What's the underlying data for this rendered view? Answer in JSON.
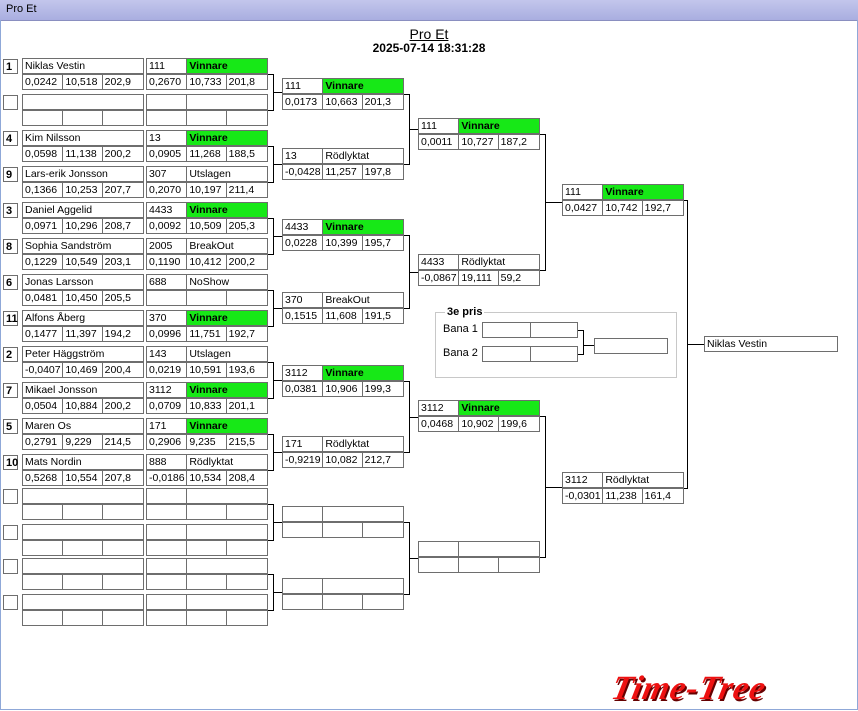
{
  "window": {
    "title": "Pro Et"
  },
  "header": {
    "title": "Pro Et",
    "datetime": "2025-07-14 18:31:28"
  },
  "round1": [
    {
      "seed": "1",
      "name": "Niklas  Vestin",
      "r": "0,0242",
      "et": "10,518",
      "mph": "202,9",
      "id": "111",
      "status": "Vinnare",
      "r2": "0,2670",
      "et2": "10,733",
      "mph2": "201,8"
    },
    {
      "seed": "",
      "name": "",
      "r": "",
      "et": "",
      "mph": "",
      "id": "",
      "status": "",
      "r2": "",
      "et2": "",
      "mph2": ""
    },
    {
      "seed": "4",
      "name": "Kim Nilsson",
      "r": "0,0598",
      "et": "11,138",
      "mph": "200,2",
      "id": "13",
      "status": "Vinnare",
      "r2": "0,0905",
      "et2": "11,268",
      "mph2": "188,5"
    },
    {
      "seed": "9",
      "name": "Lars-erik Jonsson",
      "r": "0,1366",
      "et": "10,253",
      "mph": "207,7",
      "id": "307",
      "status": "Utslagen",
      "r2": "0,2070",
      "et2": "10,197",
      "mph2": "211,4"
    },
    {
      "seed": "3",
      "name": "Daniel Aggelid",
      "r": "0,0971",
      "et": "10,296",
      "mph": "208,7",
      "id": "4433",
      "status": "Vinnare",
      "r2": "0,0092",
      "et2": "10,509",
      "mph2": "205,3"
    },
    {
      "seed": "8",
      "name": "Sophia Sandström",
      "r": "0,1229",
      "et": "10,549",
      "mph": "203,1",
      "id": "2005",
      "status": "BreakOut",
      "r2": "0,1190",
      "et2": "10,412",
      "mph2": "200,2"
    },
    {
      "seed": "6",
      "name": "Jonas Larsson",
      "r": "0,0481",
      "et": "10,450",
      "mph": "205,5",
      "id": "688",
      "status": "NoShow",
      "r2": "",
      "et2": "",
      "mph2": ""
    },
    {
      "seed": "11",
      "name": "Alfons Åberg",
      "r": "0,1477",
      "et": "11,397",
      "mph": "194,2",
      "id": "370",
      "status": "Vinnare",
      "r2": "0,0996",
      "et2": "11,751",
      "mph2": "192,7"
    },
    {
      "seed": "2",
      "name": "Peter Häggström",
      "r": "-0,0407",
      "et": "10,469",
      "mph": "200,4",
      "id": "143",
      "status": "Utslagen",
      "r2": "0,0219",
      "et2": "10,591",
      "mph2": "193,6"
    },
    {
      "seed": "7",
      "name": "Mikael Jonsson",
      "r": "0,0504",
      "et": "10,884",
      "mph": "200,2",
      "id": "3112",
      "status": "Vinnare",
      "r2": "0,0709",
      "et2": "10,833",
      "mph2": "201,1"
    },
    {
      "seed": "5",
      "name": "Maren Os",
      "r": "0,2791",
      "et": "9,229",
      "mph": "214,5",
      "id": "171",
      "status": "Vinnare",
      "r2": "0,2906",
      "et2": "9,235",
      "mph2": "215,5"
    },
    {
      "seed": "10",
      "name": "Mats Nordin",
      "r": "0,5268",
      "et": "10,554",
      "mph": "207,8",
      "id": "888",
      "status": "Rödlyktat",
      "r2": "-0,0186",
      "et2": "10,534",
      "mph2": "208,4"
    },
    {
      "seed": "",
      "name": "",
      "r": "",
      "et": "",
      "mph": "",
      "id": "",
      "status": "",
      "r2": "",
      "et2": "",
      "mph2": ""
    },
    {
      "seed": "",
      "name": "",
      "r": "",
      "et": "",
      "mph": "",
      "id": "",
      "status": "",
      "r2": "",
      "et2": "",
      "mph2": ""
    },
    {
      "seed": "",
      "name": "",
      "r": "",
      "et": "",
      "mph": "",
      "id": "",
      "status": "",
      "r2": "",
      "et2": "",
      "mph2": ""
    },
    {
      "seed": "",
      "name": "",
      "r": "",
      "et": "",
      "mph": "",
      "id": "",
      "status": "",
      "r2": "",
      "et2": "",
      "mph2": ""
    }
  ],
  "round2": [
    {
      "id": "111",
      "status": "Vinnare",
      "r": "0,0173",
      "et": "10,663",
      "mph": "201,3"
    },
    {
      "id": "13",
      "status": "Rödlyktat",
      "r": "-0,0428",
      "et": "11,257",
      "mph": "197,8"
    },
    {
      "id": "4433",
      "status": "Vinnare",
      "r": "0,0228",
      "et": "10,399",
      "mph": "195,7"
    },
    {
      "id": "370",
      "status": "BreakOut",
      "r": "0,1515",
      "et": "11,608",
      "mph": "191,5"
    },
    {
      "id": "3112",
      "status": "Vinnare",
      "r": "0,0381",
      "et": "10,906",
      "mph": "199,3"
    },
    {
      "id": "171",
      "status": "Rödlyktat",
      "r": "-0,9219",
      "et": "10,082",
      "mph": "212,7"
    },
    {
      "id": "",
      "status": "",
      "r": "",
      "et": "",
      "mph": ""
    },
    {
      "id": "",
      "status": "",
      "r": "",
      "et": "",
      "mph": ""
    }
  ],
  "round3": [
    {
      "id": "111",
      "status": "Vinnare",
      "r": "0,0011",
      "et": "10,727",
      "mph": "187,2"
    },
    {
      "id": "4433",
      "status": "Rödlyktat",
      "r": "-0,0867",
      "et": "19,111",
      "mph": "59,2"
    },
    {
      "id": "3112",
      "status": "Vinnare",
      "r": "0,0468",
      "et": "10,902",
      "mph": "199,6"
    },
    {
      "id": "",
      "status": "",
      "r": "",
      "et": "",
      "mph": ""
    }
  ],
  "round4": [
    {
      "id": "111",
      "status": "Vinnare",
      "r": "0,0427",
      "et": "10,742",
      "mph": "192,7"
    },
    {
      "id": "3112",
      "status": "Rödlyktat",
      "r": "-0,0301",
      "et": "11,238",
      "mph": "161,4"
    }
  ],
  "winner": "Niklas  Vestin",
  "third_prize": {
    "title": "3e pris",
    "lane1": "Bana 1",
    "lane2": "Bana 2"
  },
  "logo": "Time-Tree",
  "colors": {
    "winner_green": "#17e817",
    "logo_red": "#ee1111",
    "titlebar": "#b4b8e6"
  }
}
